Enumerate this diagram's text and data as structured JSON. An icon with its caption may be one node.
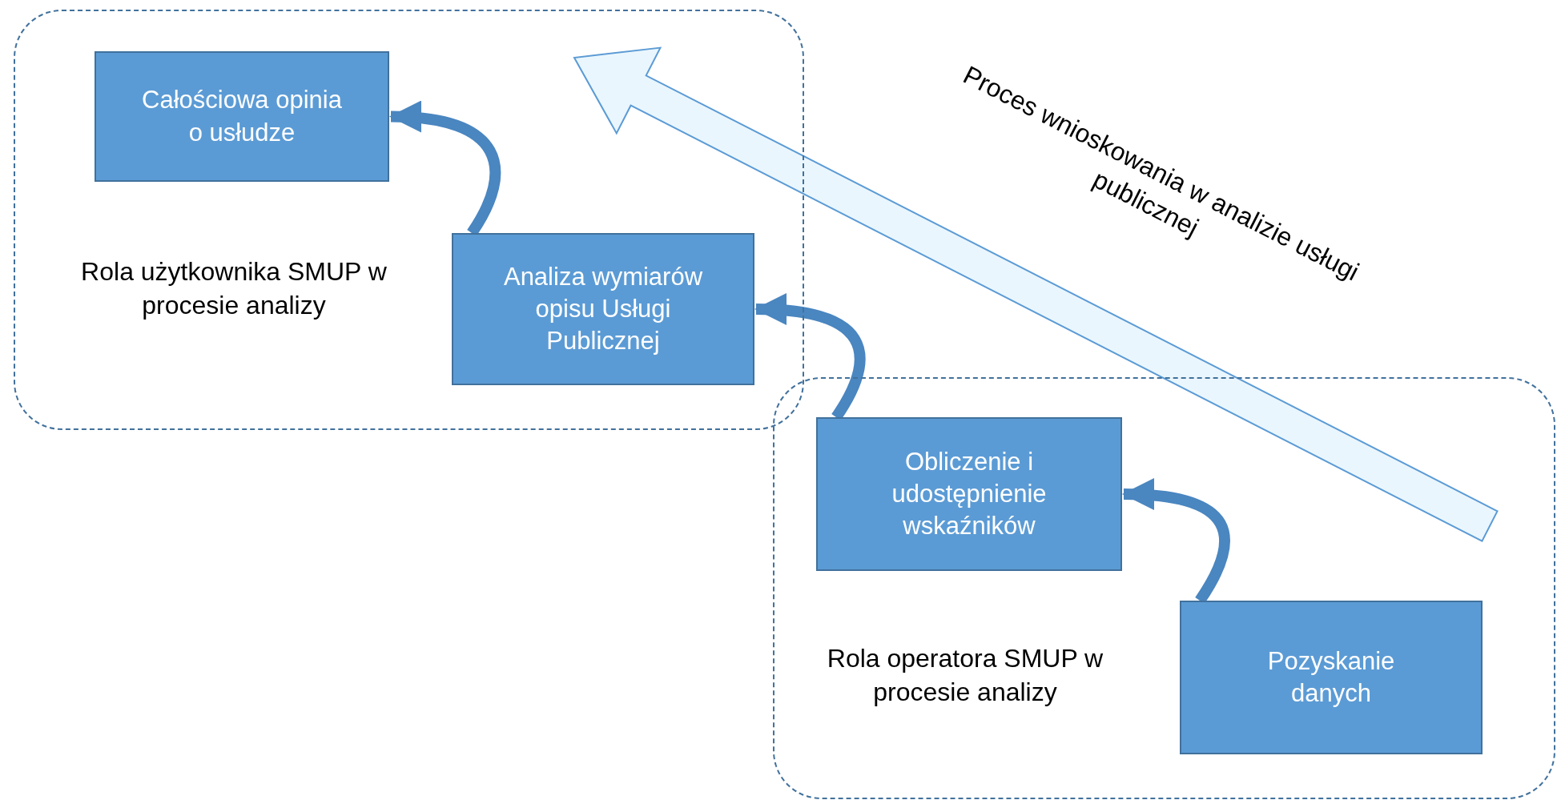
{
  "diagram": {
    "nodes": [
      {
        "text": [
          "Rola użytkownika SMUP w procesie analizy"
        ]
      },
      {
        "text": [
          "Całościowa opinia o usłudze"
        ],
        "in": 0
      },
      {
        "text": [
          "Analiza wymiarów opisu Usługi Publicznej"
        ],
        "in": 0
      },
      {
        "text": [
          "Rola operatora SMUP w procesie analizy"
        ]
      },
      {
        "text": [
          "Obliczenie i udostępnienie wskaźników"
        ],
        "in": 3
      },
      {
        "text": [
          "Pozyskanie danych"
        ],
        "in": 3
      }
    ],
    "edges": [
      {
        "from": 2,
        "to": 1,
        "arrow": "to"
      },
      {
        "from": 4,
        "to": 2,
        "arrow": "to"
      },
      {
        "from": 5,
        "to": 4,
        "arrow": "to"
      }
    ],
    "labels": [
      "Proces wnioskowania w analizie usługi publicznej"
    ]
  }
}
